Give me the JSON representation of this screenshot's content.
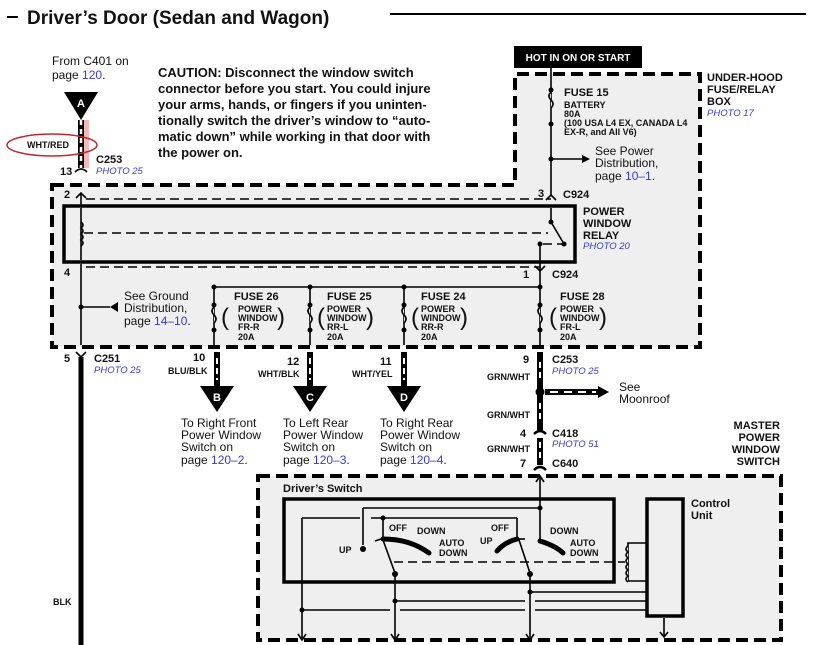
{
  "title": "Driver’s Door (Sedan and Wagon)",
  "from_note": {
    "line1": "From C401 on",
    "line2_prefix": "page ",
    "page_link": "120",
    "line2_suffix": "."
  },
  "caution": {
    "lines": [
      "CAUTION: Disconnect the window switch",
      "connector before you start. You could injure",
      "your arms, hands, or fingers if you uninten-",
      "tionally switch the driver’s window to “auto-",
      "matic down” while working in that door with",
      "the power on."
    ]
  },
  "hot_badge": "HOT IN ON OR START",
  "under_hood_box": {
    "lines": [
      "UNDER-HOOD",
      "FUSE/RELAY",
      "BOX"
    ],
    "photo": "PHOTO 17"
  },
  "fuse15": {
    "name": "FUSE 15",
    "lines": [
      "BATTERY",
      "80A",
      "(100 USA L4 EX, CANADA L4",
      "EX-R, and All V6)"
    ]
  },
  "power_dist": {
    "line1": "See Power",
    "line2": "Distribution,",
    "line3_prefix": "page ",
    "page_link": "10–1",
    "line3_suffix": "."
  },
  "relay": {
    "lines": [
      "POWER",
      "WINDOW",
      "RELAY"
    ],
    "photo": "PHOTO 20"
  },
  "ground_dist": {
    "line1": "See Ground",
    "line2": "Distribution,",
    "line3_prefix": "page ",
    "page_link": "14–10",
    "line3_suffix": "."
  },
  "fuses": [
    {
      "name": "FUSE 26",
      "lines": [
        "POWER",
        "WINDOW",
        "FR-R"
      ],
      "rating": "20A"
    },
    {
      "name": "FUSE 25",
      "lines": [
        "POWER",
        "WINDOW",
        "RR-L"
      ],
      "rating": "20A"
    },
    {
      "name": "FUSE 24",
      "lines": [
        "POWER",
        "WINDOW",
        "RR-R"
      ],
      "rating": "20A"
    },
    {
      "name": "FUSE 28",
      "lines": [
        "POWER",
        "WINDOW",
        "FR-L"
      ],
      "rating": "20A"
    }
  ],
  "connectors": {
    "c253_top": {
      "pin": "13",
      "name": "C253",
      "photo": "PHOTO 25"
    },
    "pin2": "2",
    "c924_top": {
      "pin": "3",
      "name": "C924"
    },
    "pin4": "4",
    "c924_bot": {
      "pin": "1",
      "name": "C924"
    },
    "c251": {
      "pin": "5",
      "name": "C251",
      "photo": "PHOTO 25"
    },
    "c253_bot": {
      "pin": "9",
      "name": "C253",
      "photo": "PHOTO 25"
    },
    "c418": {
      "pin": "4",
      "name": "C418",
      "photo": "PHOTO 51"
    },
    "c640": {
      "pin": "7",
      "name": "C640"
    }
  },
  "wires": {
    "wht_red": "WHT/RED",
    "blu_blk": "BLU/BLK",
    "wht_blk": "WHT/BLK",
    "wht_yel": "WHT/YEL",
    "grn_wht": "GRN/WHT",
    "blk": "BLK"
  },
  "branch_pins": {
    "b": "10",
    "c": "12",
    "d": "11"
  },
  "arrows": [
    {
      "letter": "A"
    },
    {
      "letter": "B",
      "lines": [
        "To Right Front",
        "Power Window",
        "Switch on"
      ],
      "page_prefix": "page ",
      "page_link": "120–2",
      "suffix": "."
    },
    {
      "letter": "C",
      "lines": [
        "To Left Rear",
        "Power Window",
        "Switch on"
      ],
      "page_prefix": "page ",
      "page_link": "120–3",
      "suffix": "."
    },
    {
      "letter": "D",
      "lines": [
        "To Right Rear",
        "Power Window",
        "Switch on"
      ],
      "page_prefix": "page ",
      "page_link": "120–4",
      "suffix": "."
    }
  ],
  "moonroof": {
    "line1": "See",
    "line2": "Moonroof"
  },
  "master_switch": {
    "lines": [
      "MASTER",
      "POWER",
      "WINDOW",
      "SWITCH"
    ]
  },
  "drivers_switch": {
    "title": "Driver’s Switch",
    "left": {
      "off": "OFF",
      "up": "UP",
      "down": "DOWN",
      "auto1": "AUTO",
      "auto2": "DOWN"
    },
    "right": {
      "off": "OFF",
      "up": "UP",
      "down": "DOWN",
      "auto1": "AUTO",
      "auto2": "DOWN"
    }
  },
  "control_unit": {
    "line1": "Control",
    "line2": "Unit"
  },
  "colors": {
    "link_blue": "#3a3ad6",
    "box_fill": "#efefef",
    "highlight_red": "#c0282d",
    "wire_highlight": "#f4b8bb"
  }
}
